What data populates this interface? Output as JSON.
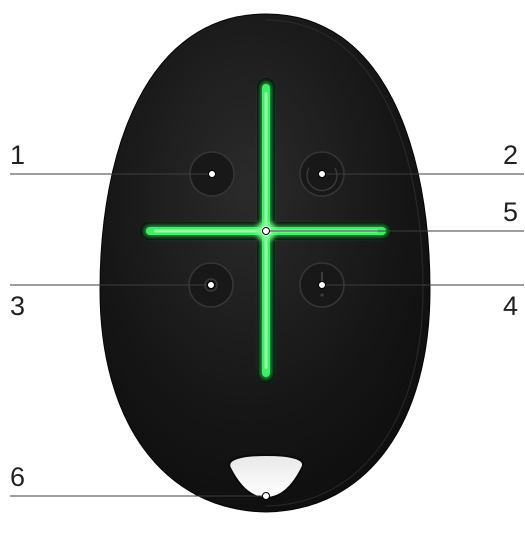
{
  "figure": {
    "device": "keyfob",
    "colors": {
      "body": "#161616",
      "body_edge": "#2a2a2a",
      "button_ring": "#3a3a3a",
      "glow": "#2ee85a",
      "glow_core": "#8dff9f",
      "leader_line": "#3d3d3d",
      "leader_dot": "#ffffff"
    }
  },
  "callouts": [
    {
      "id": "1",
      "label": "1"
    },
    {
      "id": "2",
      "label": "2"
    },
    {
      "id": "3",
      "label": "3"
    },
    {
      "id": "4",
      "label": "4"
    },
    {
      "id": "5",
      "label": "5"
    },
    {
      "id": "6",
      "label": "6"
    }
  ],
  "icons": {
    "button_1": "lock-icon",
    "button_2": "unlock-icon",
    "button_3": "night-mode-icon",
    "button_4": "panic-icon",
    "center": "led-cross-icon",
    "hole": "keyring-hole-icon"
  }
}
